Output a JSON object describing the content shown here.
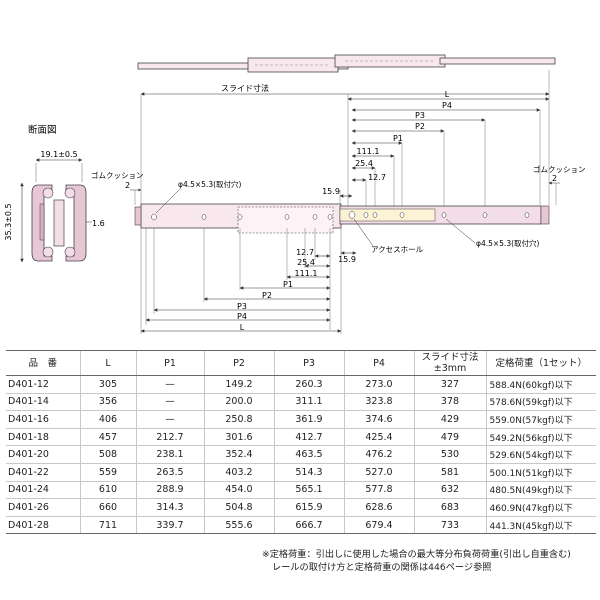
{
  "drawing": {
    "section_label": "断面図",
    "section_width": "19.1±0.5",
    "section_height": "35.3±0.5",
    "section_gap": "1.6",
    "rubber_cushion_left": "ゴムクッション",
    "rubber_cushion_right": "ゴムクッション",
    "cushion_left_value": "2",
    "cushion_right_value": "2",
    "slide_label": "スライド寸法",
    "dim_L": "L",
    "dim_P1": "P1",
    "dim_P2": "P2",
    "dim_P3": "P3",
    "dim_P4": "P4",
    "dim_111": "111.1",
    "dim_254": "25.4",
    "dim_127": "12.7",
    "dim_159": "15.9",
    "hole_label_left": "φ4.5×5.3(取付穴)",
    "hole_label_right": "φ4.5×5.3(取付穴)",
    "access_hole": "アクセスホール"
  },
  "table": {
    "headers": [
      "品　番",
      "L",
      "P1",
      "P2",
      "P3",
      "P4",
      "スライド寸法\n±3mm",
      "定格荷重（1セット）"
    ],
    "rows": [
      [
        "D401-12",
        "305",
        "—",
        "149.2",
        "260.3",
        "273.0",
        "327",
        "588.4N(60kgf)以下"
      ],
      [
        "D401-14",
        "356",
        "—",
        "200.0",
        "311.1",
        "323.8",
        "378",
        "578.6N(59kgf)以下"
      ],
      [
        "D401-16",
        "406",
        "—",
        "250.8",
        "361.9",
        "374.6",
        "429",
        "559.0N(57kgf)以下"
      ],
      [
        "D401-18",
        "457",
        "212.7",
        "301.6",
        "412.7",
        "425.4",
        "479",
        "549.2N(56kgf)以下"
      ],
      [
        "D401-20",
        "508",
        "238.1",
        "352.4",
        "463.5",
        "476.2",
        "530",
        "529.6N(54kgf)以下"
      ],
      [
        "D401-22",
        "559",
        "263.5",
        "403.2",
        "514.3",
        "527.0",
        "581",
        "500.1N(51kgf)以下"
      ],
      [
        "D401-24",
        "610",
        "288.9",
        "454.0",
        "565.1",
        "577.8",
        "632",
        "480.5N(49kgf)以下"
      ],
      [
        "D401-26",
        "660",
        "314.3",
        "504.8",
        "615.9",
        "628.6",
        "683",
        "460.9N(47kgf)以下"
      ],
      [
        "D401-28",
        "711",
        "339.7",
        "555.6",
        "666.7",
        "679.4",
        "733",
        "441.3N(45kgf)以下"
      ]
    ]
  },
  "notes": [
    "※定格荷重：引出しに使用した場合の最大等分布負荷荷重(引出し自重含む)",
    "レールの取付け方と定格荷重の関係は446ページ参照"
  ]
}
